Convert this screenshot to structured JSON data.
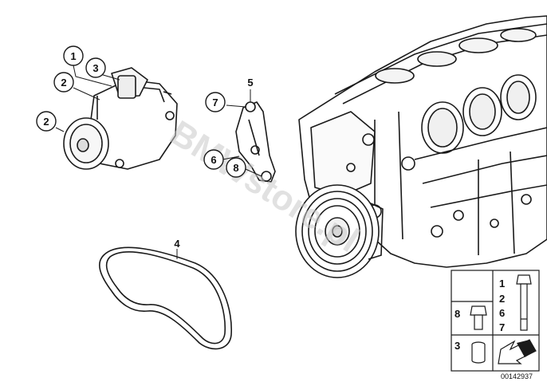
{
  "watermark": "BMWstore.pl",
  "diagram_id": "00142937",
  "callouts": [
    {
      "id": "c1",
      "label": "1"
    },
    {
      "id": "c3",
      "label": "3"
    },
    {
      "id": "c2a",
      "label": "2"
    },
    {
      "id": "c2b",
      "label": "2"
    },
    {
      "id": "c5",
      "label": "5"
    },
    {
      "id": "c7",
      "label": "7"
    },
    {
      "id": "c6",
      "label": "6"
    },
    {
      "id": "c8",
      "label": "8"
    },
    {
      "id": "c4",
      "label": "4"
    }
  ],
  "legend": {
    "long_bolt_labels": [
      "1",
      "2",
      "6",
      "7"
    ],
    "short_bolt_label": "8",
    "sleeve_label": "3"
  }
}
